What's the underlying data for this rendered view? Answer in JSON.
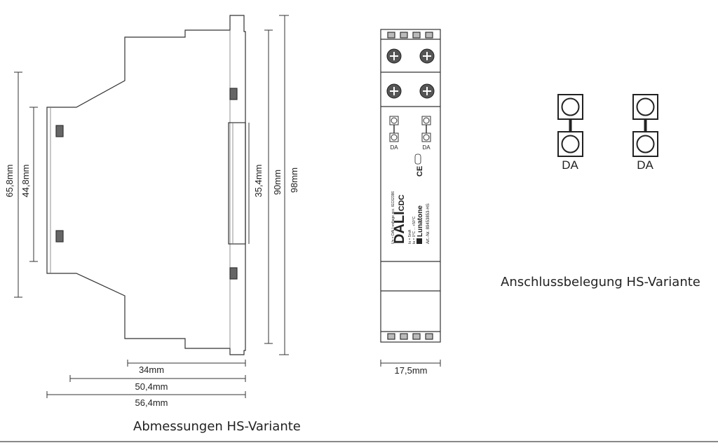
{
  "side_view": {
    "dim_height_total": "98mm",
    "dim_height_body": "90mm",
    "dim_height_front": "35,4mm",
    "dim_height_outer": "65,8mm",
    "dim_height_inner": "44,8mm",
    "dim_width_front": "34mm",
    "dim_width_mid": "50,4mm",
    "dim_width_total": "56,4mm"
  },
  "front_view": {
    "terminal_label_left": "DA",
    "terminal_label_right": "DA",
    "product_name": "DALI",
    "product_suffix": "CDC",
    "spec_line_1": "Un = DALI-voltage acc. IEC62386",
    "spec_line_2": "Io = 5mA",
    "spec_line_3": "ta = 0°C ... +50°C",
    "brand": "Lunatone",
    "article_number": "Art.-Nr. 89453853-HS",
    "ce_mark": "CE",
    "width_dim": "17,5mm"
  },
  "connection": {
    "left_label": "DA",
    "right_label": "DA",
    "caption": "Anschlussbelegung HS-Variante"
  },
  "dimensions_caption": "Abmessungen HS-Variante"
}
